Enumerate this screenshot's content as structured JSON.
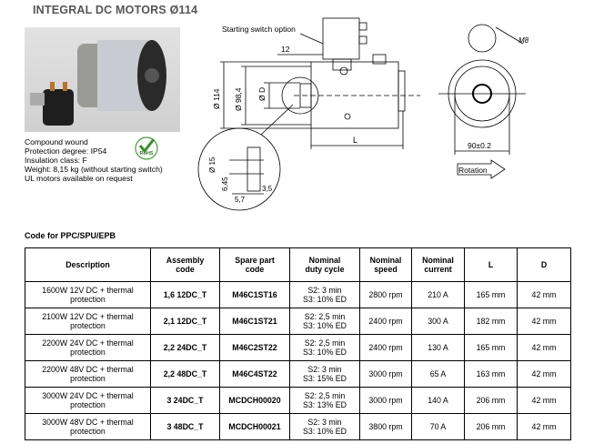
{
  "title": "INTEGRAL DC MOTORS Ø114",
  "specs": [
    "Compound wound",
    "Protection degree: IP54",
    "Insulation class: F",
    "Weight: 8,15 kg (without starting switch)",
    "UL motors available on request"
  ],
  "rohs_badge": "RoHS",
  "drawing": {
    "switch_label": "Starting switch option",
    "dim_12": "12",
    "dim_114": "Ø 114",
    "dim_984": "Ø 98,4",
    "dim_d": "Ø D",
    "dim_l": "L",
    "dim_15": "Ø 15",
    "dim_645": "6,45",
    "dim_35": "3,5",
    "dim_57": "5,7",
    "dim_m8": "M8",
    "dim_90": "90±0.2",
    "rotation": "Rotation"
  },
  "code_title": "Code for PPC/SPU/EPB",
  "table": {
    "headers": [
      [
        "Description"
      ],
      [
        "Assembly",
        "code"
      ],
      [
        "Spare part",
        "code"
      ],
      [
        "Nominal",
        "duty cycle"
      ],
      [
        "Nominal",
        "speed"
      ],
      [
        "Nominal",
        "current"
      ],
      [
        "L"
      ],
      [
        "D"
      ]
    ],
    "rows": [
      {
        "desc": [
          "1600W 12V DC + thermal",
          "protection"
        ],
        "assembly": "1,6 12DC_T",
        "spare": "M46C1ST16",
        "duty": [
          "S2: 3 min",
          "S3: 10% ED"
        ],
        "speed": "2800 rpm",
        "current": "210 A",
        "l": "165 mm",
        "d": "42 mm"
      },
      {
        "desc": [
          "2100W 12V DC + thermal",
          "protection"
        ],
        "assembly": "2,1 12DC_T",
        "spare": "M46C1ST21",
        "duty": [
          "S2: 2,5 min",
          "S3: 10% ED"
        ],
        "speed": "2400 rpm",
        "current": "300 A",
        "l": "182 mm",
        "d": "42 mm"
      },
      {
        "desc": [
          "2200W 24V DC + thermal",
          "protection"
        ],
        "assembly": "2,2 24DC_T",
        "spare": "M46C2ST22",
        "duty": [
          "S2: 2,5 min",
          "S3: 10% ED"
        ],
        "speed": "2400 rpm",
        "current": "130 A",
        "l": "165 mm",
        "d": "42 mm"
      },
      {
        "desc": [
          "2200W 48V DC + thermal",
          "protection"
        ],
        "assembly": "2,2 48DC_T",
        "spare": "M46C4ST22",
        "duty": [
          "S2: 3 min",
          "S3: 15% ED"
        ],
        "speed": "3000 rpm",
        "current": "65 A",
        "l": "163 mm",
        "d": "42 mm"
      },
      {
        "desc": [
          "3000W 24V DC + thermal",
          "protection"
        ],
        "assembly": "3 24DC_T",
        "spare": "MCDCH00020",
        "duty": [
          "S2: 2,5 min",
          "S3: 13% ED"
        ],
        "speed": "3000 rpm",
        "current": "140 A",
        "l": "206 mm",
        "d": "42 mm"
      },
      {
        "desc": [
          "3000W 48V DC + thermal",
          "protection"
        ],
        "assembly": "3 48DC_T",
        "spare": "MCDCH00021",
        "duty": [
          "S2: 3 min",
          "S3: 10% ED"
        ],
        "speed": "3800 rpm",
        "current": "70 A",
        "l": "206 mm",
        "d": "42 mm"
      }
    ]
  }
}
